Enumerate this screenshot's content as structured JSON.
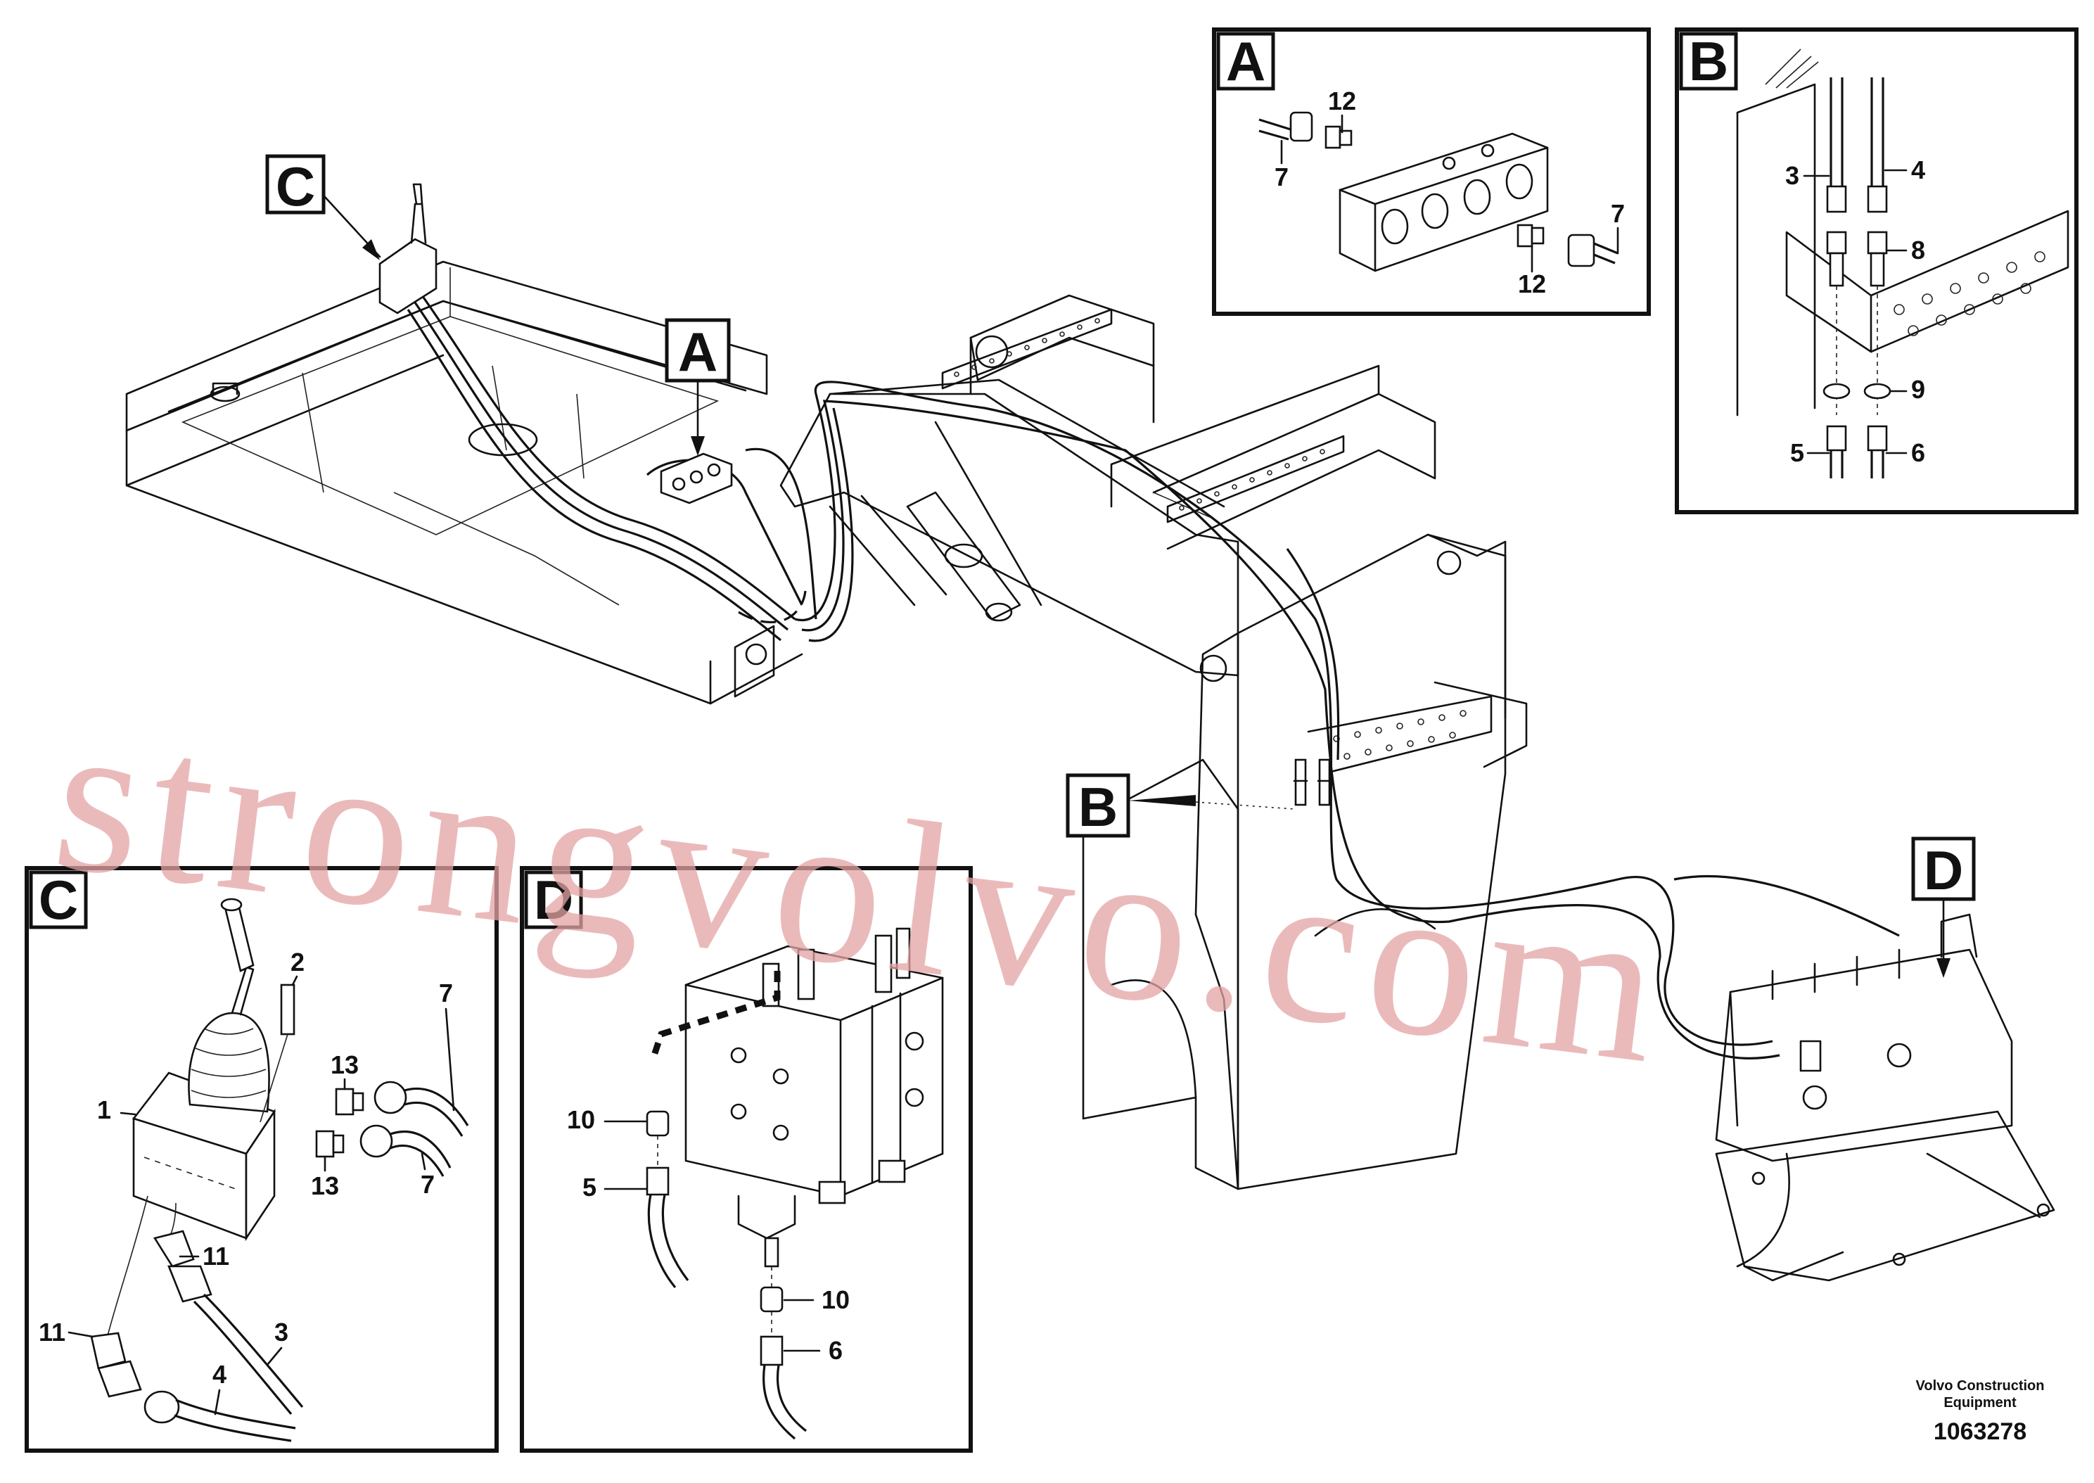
{
  "detail_A": {
    "tag": "A",
    "labels": [
      "12",
      "7",
      "7",
      "12"
    ]
  },
  "detail_B": {
    "tag": "B",
    "labels": [
      "3",
      "4",
      "8",
      "9",
      "5",
      "6"
    ]
  },
  "detail_C": {
    "tag": "C",
    "labels": [
      "2",
      "13",
      "7",
      "1",
      "13",
      "7",
      "11",
      "11",
      "3",
      "4"
    ]
  },
  "detail_D": {
    "tag": "D",
    "labels": [
      "10",
      "5",
      "10",
      "6"
    ]
  },
  "callouts": {
    "A": "A",
    "B": "B",
    "C": "C",
    "D": "D"
  },
  "watermark": "strongvolvo.com",
  "credit": {
    "line1": "Volvo Construction",
    "line2": "Equipment",
    "number": "1063278"
  }
}
